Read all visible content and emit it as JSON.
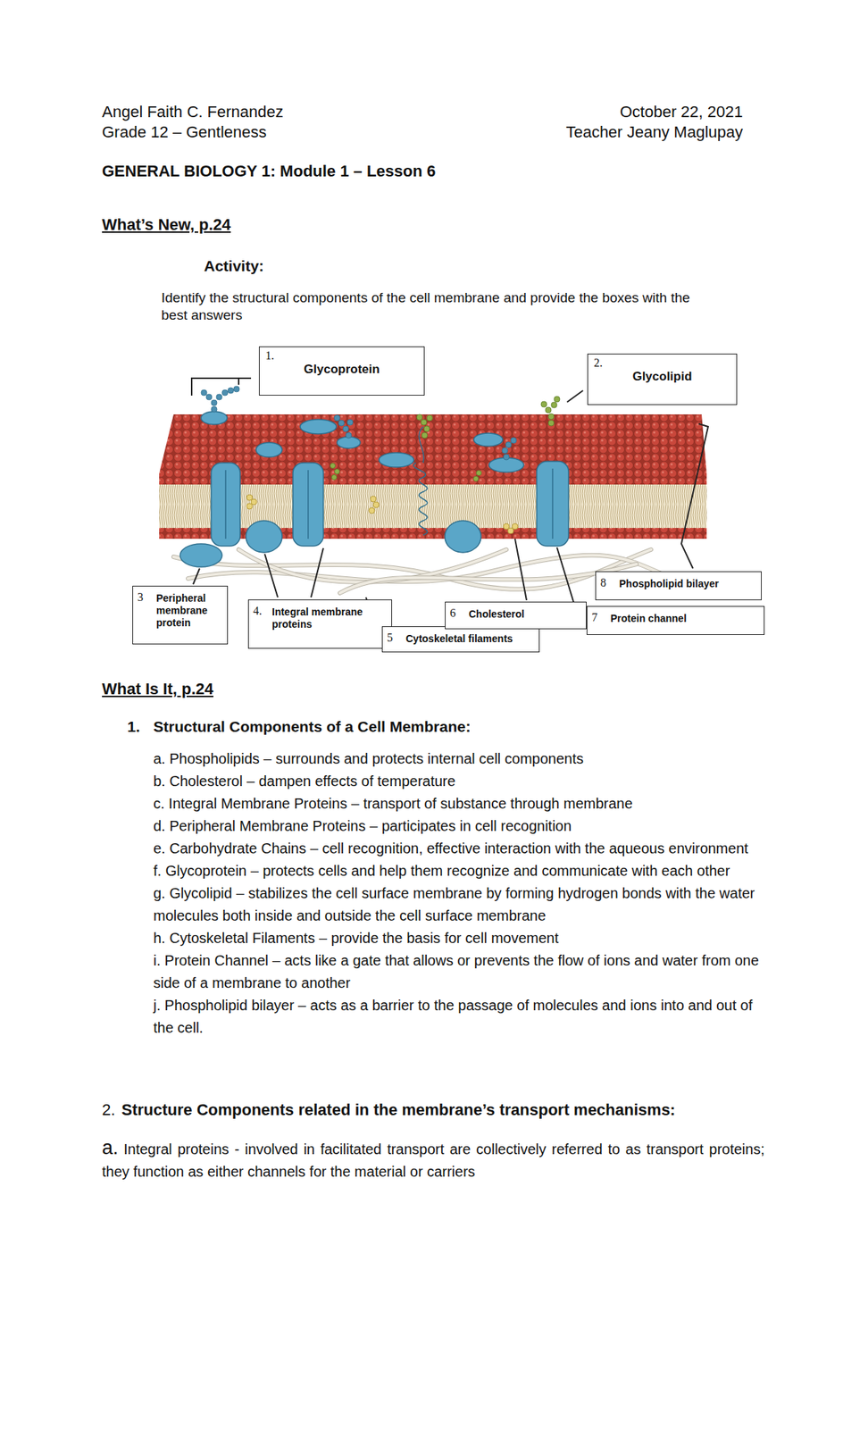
{
  "diagram": {
    "title": "GENERAL BIOLOGY 1: Module 1 – Lesson 6",
    "nodes": [
      {
        "text": [
          "1.",
          "Glycoprotein"
        ]
      },
      {
        "text": [
          "2.",
          "Glycolipid"
        ]
      },
      {
        "text": [
          "3",
          "Peripheral membrane protein"
        ]
      },
      {
        "text": [
          "4.",
          "Integral membrane proteins"
        ]
      },
      {
        "text": [
          "5",
          "Cytoskeletal filaments"
        ]
      },
      {
        "text": [
          "6",
          "Cholesterol"
        ]
      },
      {
        "text": [
          "7",
          "Protein channel"
        ]
      },
      {
        "text": [
          "8",
          "Phospholipid bilayer"
        ]
      }
    ],
    "labels": [
      "Angel Faith C. Fernandez",
      "October 22, 2021",
      "Grade 12 – Gentleness",
      "Teacher Jeany Maglupay",
      "What’s New, p.24",
      "Activity:",
      "Identify the structural components of the cell membrane and provide the boxes with the best answers",
      "What Is It, p.24",
      "1.",
      "Structural Components of a Cell Membrane:",
      "a. Phospholipids – surrounds and protects internal cell components",
      "b. Cholesterol – dampen effects of temperature",
      "c. Integral Membrane Proteins – transport of substance through membrane",
      "d. Peripheral Membrane Proteins – participates in cell recognition",
      "e. Carbohydrate Chains – cell recognition, effective interaction with the aqueous environment",
      "f. Glycoprotein – protects cells and help them recognize and communicate with each other",
      "g. Glycolipid – stabilizes the cell surface membrane by forming hydrogen bonds with the water molecules both inside and outside the cell surface membrane",
      "h. Cytoskeletal Filaments – provide the basis for cell movement",
      "i. Protein Channel – acts like a gate that allows or prevents the flow of ions and water from one side of a membrane to another",
      "j. Phospholipid bilayer – acts as a barrier to the passage of molecules and ions into and out of the cell.",
      "2.",
      "Structure Components related in the membrane’s transport mechanisms:",
      "a.",
      "Integral proteins - involved in facilitated transport are collectively referred to as transport proteins; they function as either channels for the material or carriers"
    ]
  }
}
